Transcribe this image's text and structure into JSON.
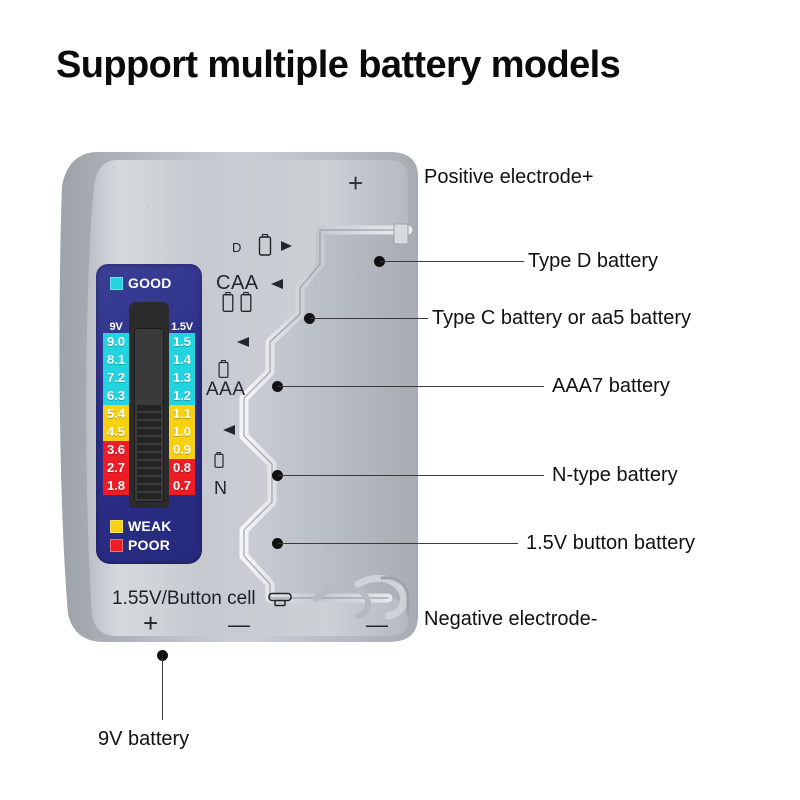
{
  "page": {
    "title": "Support multiple battery models",
    "background_color": "#ffffff"
  },
  "device": {
    "name": "battery-capacity-tester",
    "body_color": "#c9ccd2",
    "top_terminal_symbol": "+",
    "bottom_label": "1.55V/Button cell",
    "bottom_plus": "+",
    "bottom_minus_left": "—",
    "bottom_minus_right": "—",
    "battery_slot_marks": [
      {
        "label": "D",
        "icon": "battery-icon",
        "arrow": "arrow-right-icon"
      },
      {
        "label": "CAA",
        "icon": "battery-icon",
        "arrow": "arrow-left-icon"
      },
      {
        "label": "AAA",
        "icon": "battery-icon",
        "arrow": "arrow-left-icon"
      },
      {
        "label": "N",
        "icon": "battery-icon",
        "arrow": "arrow-left-icon"
      }
    ]
  },
  "lcd": {
    "panel_color": "#2f3289",
    "legend": [
      {
        "label": "GOOD",
        "color": "#22d3e0"
      },
      {
        "label": "WEAK",
        "color": "#f5d013"
      },
      {
        "label": "POOR",
        "color": "#ee1c25"
      }
    ],
    "scale_left": {
      "header": "9V",
      "cells": [
        {
          "value": "9.0",
          "color": "#22d3e0"
        },
        {
          "value": "8.1",
          "color": "#22d3e0"
        },
        {
          "value": "7.2",
          "color": "#22d3e0"
        },
        {
          "value": "6.3",
          "color": "#22d3e0"
        },
        {
          "value": "5.4",
          "color": "#f5d013"
        },
        {
          "value": "4.5",
          "color": "#f5d013"
        },
        {
          "value": "3.6",
          "color": "#ee1c25"
        },
        {
          "value": "2.7",
          "color": "#ee1c25"
        },
        {
          "value": "1.8",
          "color": "#ee1c25"
        }
      ]
    },
    "scale_right": {
      "header": "1.5V",
      "cells": [
        {
          "value": "1.5",
          "color": "#22d3e0"
        },
        {
          "value": "1.4",
          "color": "#22d3e0"
        },
        {
          "value": "1.3",
          "color": "#22d3e0"
        },
        {
          "value": "1.2",
          "color": "#22d3e0"
        },
        {
          "value": "1.1",
          "color": "#f5d013"
        },
        {
          "value": "1.0",
          "color": "#f5d013"
        },
        {
          "value": "0.9",
          "color": "#f5d013"
        },
        {
          "value": "0.8",
          "color": "#ee1c25"
        },
        {
          "value": "0.7",
          "color": "#ee1c25"
        }
      ]
    }
  },
  "callouts": [
    {
      "id": "positive-electrode",
      "label": "Positive electrode+"
    },
    {
      "id": "type-d-battery",
      "label": "Type D battery"
    },
    {
      "id": "type-c-battery",
      "label": "Type C battery or aa5 battery"
    },
    {
      "id": "aaa7-battery",
      "label": "AAA7 battery"
    },
    {
      "id": "n-type-battery",
      "label": "N-type battery"
    },
    {
      "id": "button-battery",
      "label": "1.5V button battery"
    },
    {
      "id": "negative-electrode",
      "label": "Negative electrode-"
    },
    {
      "id": "nine-volt-battery",
      "label": "9V battery"
    }
  ]
}
